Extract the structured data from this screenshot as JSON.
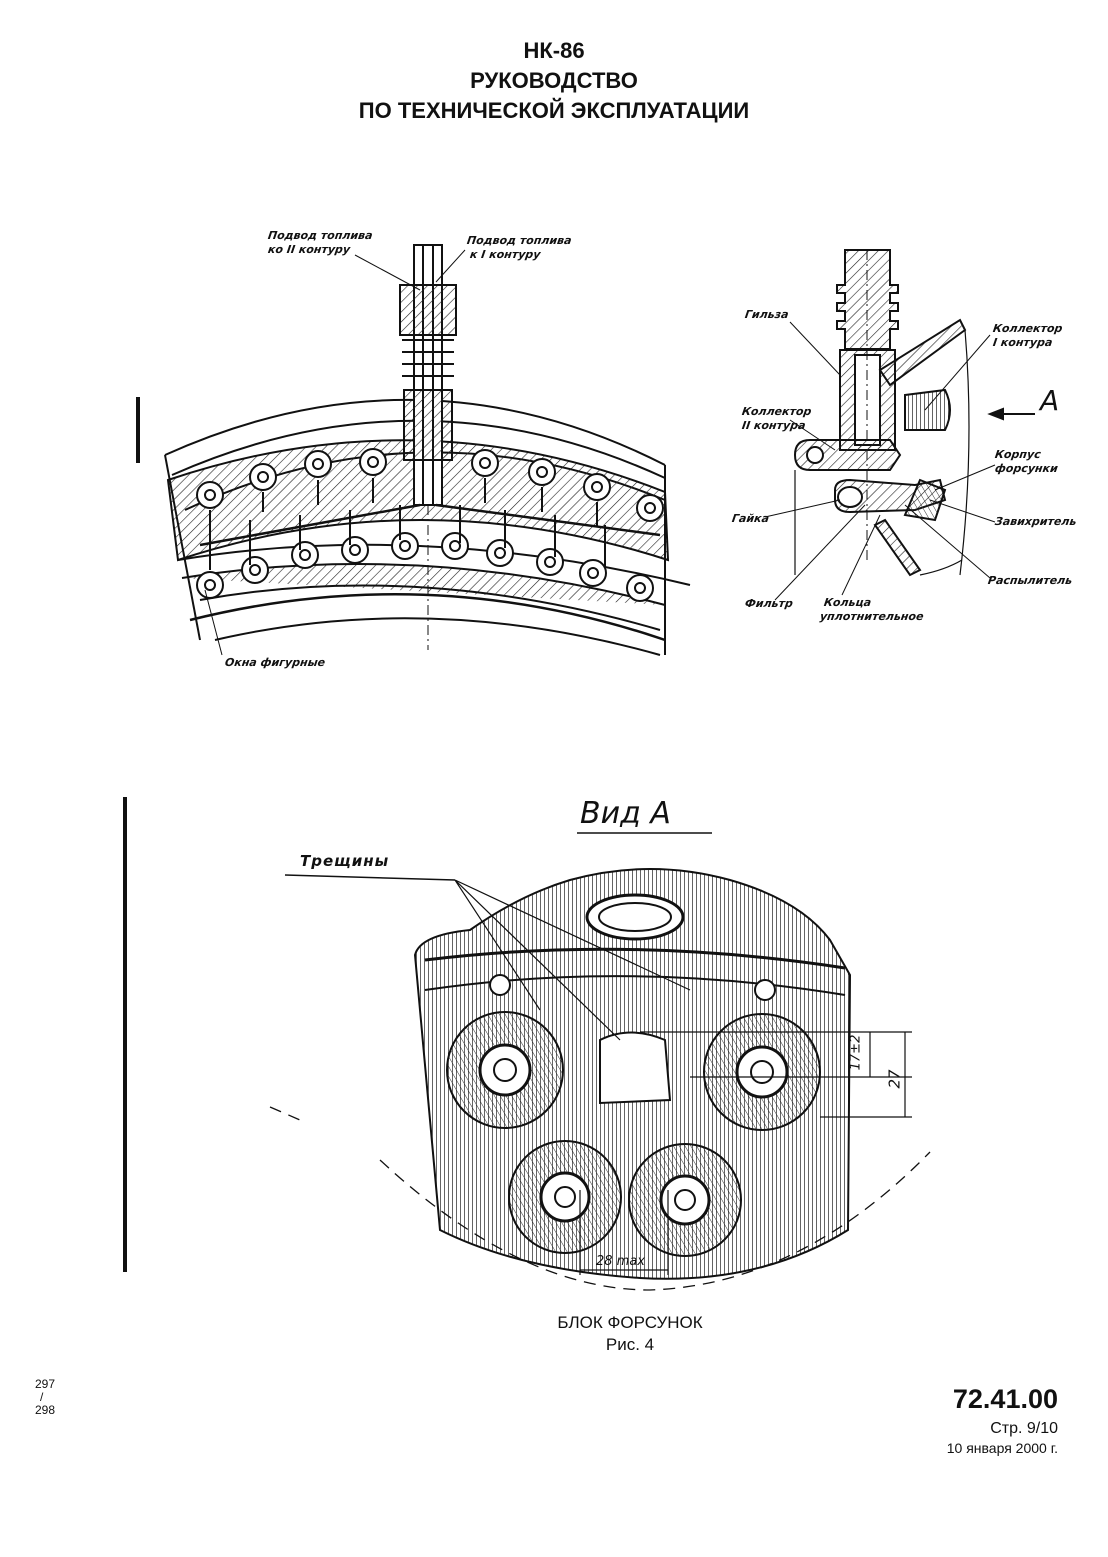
{
  "header": {
    "line1": "НК-86",
    "line2": "РУКОВОДСТВО",
    "line3": "ПО ТЕХНИЧЕСКОЙ ЭКСПЛУАТАЦИИ"
  },
  "figure_top_left": {
    "label_supply_2": [
      "Подвод топлива",
      "ко II контуру"
    ],
    "label_supply_1": [
      "Подвод топлива",
      "к I контуру"
    ],
    "label_windows": "Окна фигурные"
  },
  "figure_top_right": {
    "sleeve": "Гильза",
    "collector_1": [
      "Коллектор",
      "I контура"
    ],
    "collector_2": [
      "Коллектор",
      "II контура"
    ],
    "arrow_label": "А",
    "body": [
      "Корпус",
      "форсунки"
    ],
    "nut": "Гайка",
    "swirler": "Завихритель",
    "sprayer": "Распылитель",
    "filter": "Фильтр",
    "rings": [
      "Кольца",
      "уплотнительное"
    ]
  },
  "figure_bottom": {
    "view_title": "Вид А",
    "cracks": "Трещины",
    "dim_17": "17±2",
    "dim_27": "27",
    "dim_28": "28 max"
  },
  "caption": {
    "title": "БЛОК ФОРСУНОК",
    "figure": "Рис. 4"
  },
  "side_pages": {
    "top": "297",
    "sep": "/",
    "bottom": "298"
  },
  "footer": {
    "code": "72.41.00",
    "page": "Стр. 9/10",
    "date": "10 января 2000 г."
  }
}
